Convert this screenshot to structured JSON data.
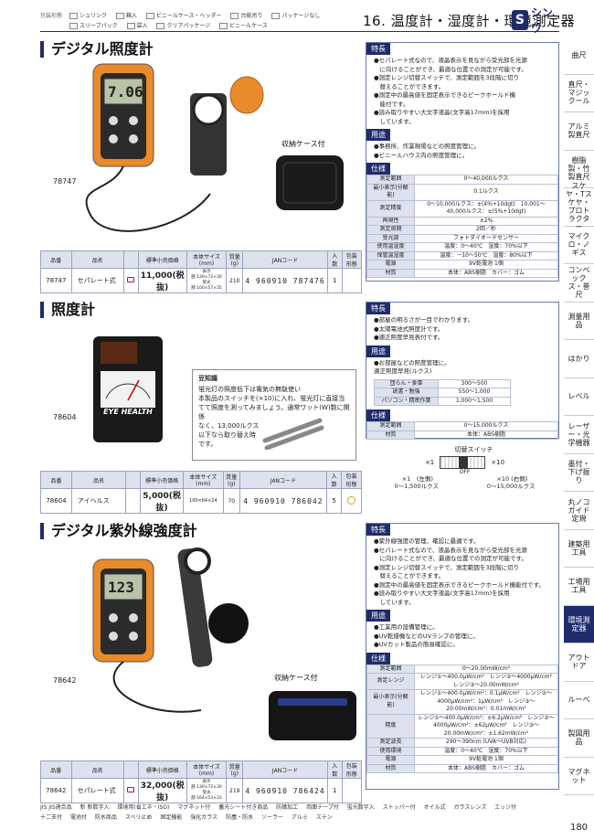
{
  "legend": {
    "label": "包装形態",
    "items": [
      "シュリンク",
      "箱入",
      "ビニールケース・ヘッダー",
      "台紙吊り",
      "パッケージなし",
      "スリーブパック",
      "袋入",
      "クリアパッケージ",
      "ビニールケース"
    ]
  },
  "header": {
    "title": "16. 温度計・湿度計・環境測定器",
    "logo_mark": "S",
    "logo_text": "シンワ"
  },
  "sections": [
    {
      "title": "デジタル照度計",
      "code_label": "78747",
      "case_caption": "収納ケース付",
      "features_head": "特長",
      "features": [
        "●セパレート式なので、液晶表示を見ながら受光部を光源",
        "　に向けることができ、最適な位置での測定が可能です。",
        "●測定レンジ切替スイッチで、測定範囲を3段階に切り",
        "　替えることができます。",
        "●測定中の最高値を固定表示できるピークホールド機",
        "　能付です。",
        "●読み取りやすい大文字液晶(文字高17mm)を採用",
        "　しています。"
      ],
      "use_head": "用途",
      "uses": [
        "●事務所、作業現場などの照度管理に。",
        "●ビニールハウス内の照度管理に。"
      ],
      "spec_head": "仕様",
      "specs": [
        [
          "測定範囲",
          "0～40,000ルクス"
        ],
        [
          "最小表示(分解能)",
          "0.1ルクス"
        ],
        [
          "測定精度",
          "0～10,000ルクス：±(4%+10dgt)　10,001～40,000ルクス：±(5%+10dgt)"
        ],
        [
          "再現性",
          "±2%"
        ],
        [
          "測定周期",
          "2回／秒"
        ],
        [
          "受光部",
          "フォトダイオードセンサー"
        ],
        [
          "使用温湿度",
          "温度：0～40℃　湿度：70%以下"
        ],
        [
          "保管温湿度",
          "温度：－10～50℃　湿度：80%以下"
        ],
        [
          "電源",
          "9V乾電池 1個"
        ],
        [
          "材質",
          "本体：ABS樹脂　カバー：ゴム"
        ]
      ],
      "table": {
        "headers": [
          "品番",
          "品名",
          "",
          "標準小売価格",
          "本体サイズ(mm)",
          "質量(g)",
          "JANコード",
          "入数",
          "包装形態"
        ],
        "row": [
          "78747",
          "セパレート式",
          "",
          "11,000(税抜)",
          "表示部:130×72×30 受光部:100×57×35",
          "210",
          "4 960910 787476",
          "1",
          ""
        ]
      }
    },
    {
      "title": "照度計",
      "code_label": "78604",
      "device_label": "EYE HEALTH",
      "note_title": "豆知識",
      "note_lines": [
        "蛍光灯の照度低下は電気の無駄使い",
        "本製品のスイッチを(×10)に入れ、蛍光灯に直接当",
        "てて照度を測ってみましょう。通常ワット(W)数に関係",
        "なく、13,000ルクス",
        "以下なら取り替え時",
        "です。"
      ],
      "features_head": "特長",
      "features": [
        "●部屋の明るさが一目でわかります。",
        "●太陽電池式照度計です。",
        "●適正照度早見表付です。"
      ],
      "use_head": "用途",
      "uses": [
        "●お部屋などの照度管理に。"
      ],
      "guide_title": "適正照度早見(ルクス)",
      "guide": [
        [
          "団らん・食事",
          "300～500"
        ],
        [
          "読書・勉強",
          "550～1,000"
        ],
        [
          "パソコン・精密作業",
          "1,000～1,500"
        ]
      ],
      "spec_head": "仕様",
      "specs": [
        [
          "測定範囲",
          "0～15,000ルクス"
        ],
        [
          "材質",
          "本体：ABS樹脂"
        ]
      ],
      "switch_title": "切替スイッチ",
      "switch_left": "×1",
      "switch_right": "×10",
      "switch_off": "OFF",
      "switch_desc_left": "×1　(左側)",
      "switch_desc_right": "×10 (右側)",
      "switch_range_left": "0～1,500ルクス",
      "switch_range_right": "0～15,000ルクス",
      "table": {
        "headers": [
          "品番",
          "品名",
          "",
          "標準小売価格",
          "本体サイズ(mm)",
          "質量(g)",
          "JANコード",
          "入数",
          "包装形態"
        ],
        "row": [
          "78604",
          "アイヘルス",
          "",
          "5,000(税抜)",
          "100×64×24",
          "70",
          "4 960910 786042",
          "5",
          ""
        ]
      }
    },
    {
      "title": "デジタル紫外線強度計",
      "code_label": "78642",
      "case_caption": "収納ケース付",
      "features_head": "特長",
      "features": [
        "●紫外線強度の管理、確認に最適です。",
        "●セパレート式なので、液晶表示を見ながら受光部を光源",
        "　に向けることができ、最適な位置での測定が可能です。",
        "●測定レンジ切替スイッチで、測定範囲を3段階に切り",
        "　替えることができます。",
        "●測定中の最高値を固定表示できるピークホールド機能付です。",
        "●読み取りやすい大文字液晶(文字高17mm)を採用",
        "　しています。"
      ],
      "use_head": "用途",
      "uses": [
        "●工業用の設備管理に。",
        "●UV乾燥機などのUVランプの管理に。",
        "●UVカット製品の簡易確認に。"
      ],
      "spec_head": "仕様",
      "specs": [
        [
          "測定範囲",
          "0～20.00mW/cm²"
        ],
        [
          "測定レンジ",
          "レンジ①～400.0μW/cm²　レンジ②～4000μW/cm²　レンジ③～20.00mW/cm²"
        ],
        [
          "最小表示(分解能)",
          "レンジ①～400.0μW/cm²：0.1μW/cm²　レンジ②～4000μW/cm²：1μW/cm²　レンジ③～20.00mW/cm²：0.01mW/cm²"
        ],
        [
          "精度",
          "レンジ①～400.0μW/cm²：±6.2μW/cm²　レンジ②～4000μW/cm²：±62μW/cm²　レンジ③～20.00mW/cm²：±1.62mW/cm²"
        ],
        [
          "測定波長",
          "290～390nm (UVA～UVB対応)"
        ],
        [
          "使用環境",
          "温度：0～40℃　湿度：70%以下"
        ],
        [
          "電源",
          "9V乾電池 1個"
        ],
        [
          "材質",
          "本体：ABS樹脂　カバー：ゴム"
        ]
      ],
      "table": {
        "headers": [
          "品番",
          "品名",
          "",
          "標準小売価格",
          "本体サイズ(mm)",
          "質量(g)",
          "JANコード",
          "入数",
          "包装形態"
        ],
        "row": [
          "78642",
          "セパレート式",
          "",
          "32,000(税抜)",
          "表示部:130×72×30 受光部:164×53×33",
          "219",
          "4 960910 786424",
          "1",
          ""
        ]
      }
    }
  ],
  "side_tabs": [
    "曲尺",
    "直尺・マジックール",
    "アルミ製直尺",
    "樹脂製・竹製直尺",
    "スケヤ・Tスケヤ・プロトラクター",
    "マイクロ・ノギス",
    "コンベックス・巻尺",
    "測量用品",
    "はかり",
    "レベル",
    "レーザー・光学機器",
    "墨付・下げ振り",
    "丸ノコガイド定規",
    "建築用工具",
    "工場用工具",
    "環境測定器",
    "アウトドア",
    "ルーペ",
    "製図用品",
    "マグネット"
  ],
  "active_tab": "環境測定器",
  "page_number": "180",
  "footer": {
    "items": [
      "JIS JIS適合品",
      "新 新数字入",
      "環境用(省エネ・ISO)",
      "マグネット付",
      "蓄光シート付き商品",
      "防錆加工",
      "両面テープ付",
      "蛍光数字入",
      "ストッパー付",
      "オイル式",
      "ガラスレンズ",
      "エッジ付",
      "十二支付",
      "電池付",
      "防水商品",
      "スベリ止め",
      "固定機能",
      "強化ガラス",
      "防塵・防水",
      "ソーラー",
      "アルミ",
      "ステン"
    ]
  },
  "colors": {
    "navy": "#1f2c6b",
    "orange": "#e98b2a",
    "lcd": "#b9c3a6"
  }
}
